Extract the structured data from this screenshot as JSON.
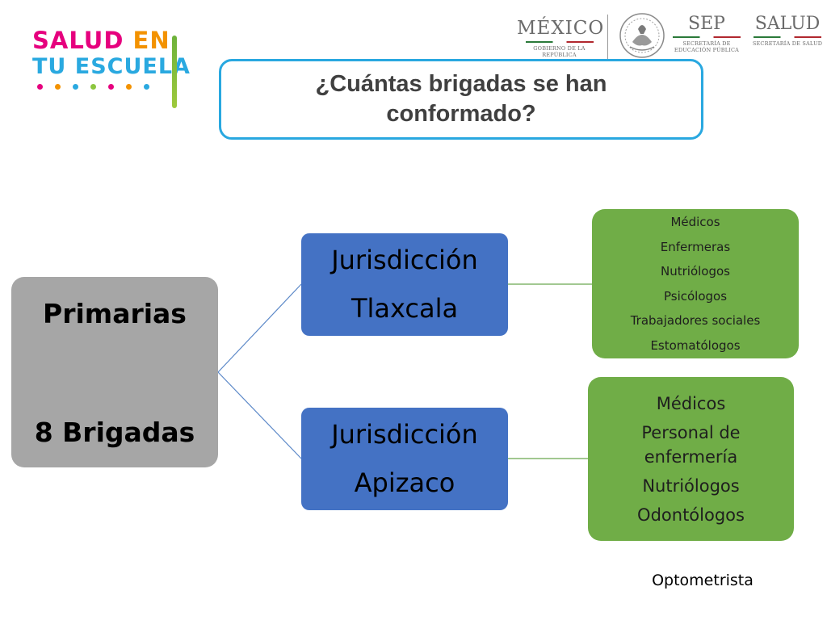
{
  "logo": {
    "line1_a": "SALUD",
    "line1_b": "EN",
    "line2_a": "TU",
    "line2_b": "ESCUELA",
    "dot_colors": [
      "#e6007e",
      "#f39200",
      "#2aa9e0",
      "#8cc63f",
      "#e6007e",
      "#f39200",
      "#2aa9e0"
    ]
  },
  "header": {
    "mexico": "MÉXICO",
    "mexico_sub": "GOBIERNO DE LA REPÚBLICA",
    "sep": "SEP",
    "sep_sub1": "SECRETARÍA DE",
    "sep_sub2": "EDUCACIÓN PÚBLICA",
    "salud": "SALUD",
    "salud_sub": "SECRETARÍA DE SALUD"
  },
  "title": "¿Cuántas brigadas se han conformado?",
  "diagram": {
    "root": {
      "line1": "Primarias",
      "line2": "8 Brigadas"
    },
    "branches": [
      {
        "line1": "Jurisdicción",
        "line2": "Tlaxcala",
        "items": [
          "Médicos",
          "Enfermeras",
          "Nutriólogos",
          "Psicólogos",
          "Trabajadores sociales",
          "Estomatólogos"
        ]
      },
      {
        "line1": "Jurisdicción",
        "line2": "Apizaco",
        "items": [
          "Médicos",
          "Personal de enfermería",
          "Nutriólogos",
          "Odontólogos"
        ]
      }
    ]
  },
  "footnote": "Optometrista",
  "colors": {
    "root": "#a6a6a6",
    "branch": "#4472c4",
    "leaf": "#70ad47",
    "title_border": "#29a8e0",
    "connector": "#5b88c8"
  }
}
